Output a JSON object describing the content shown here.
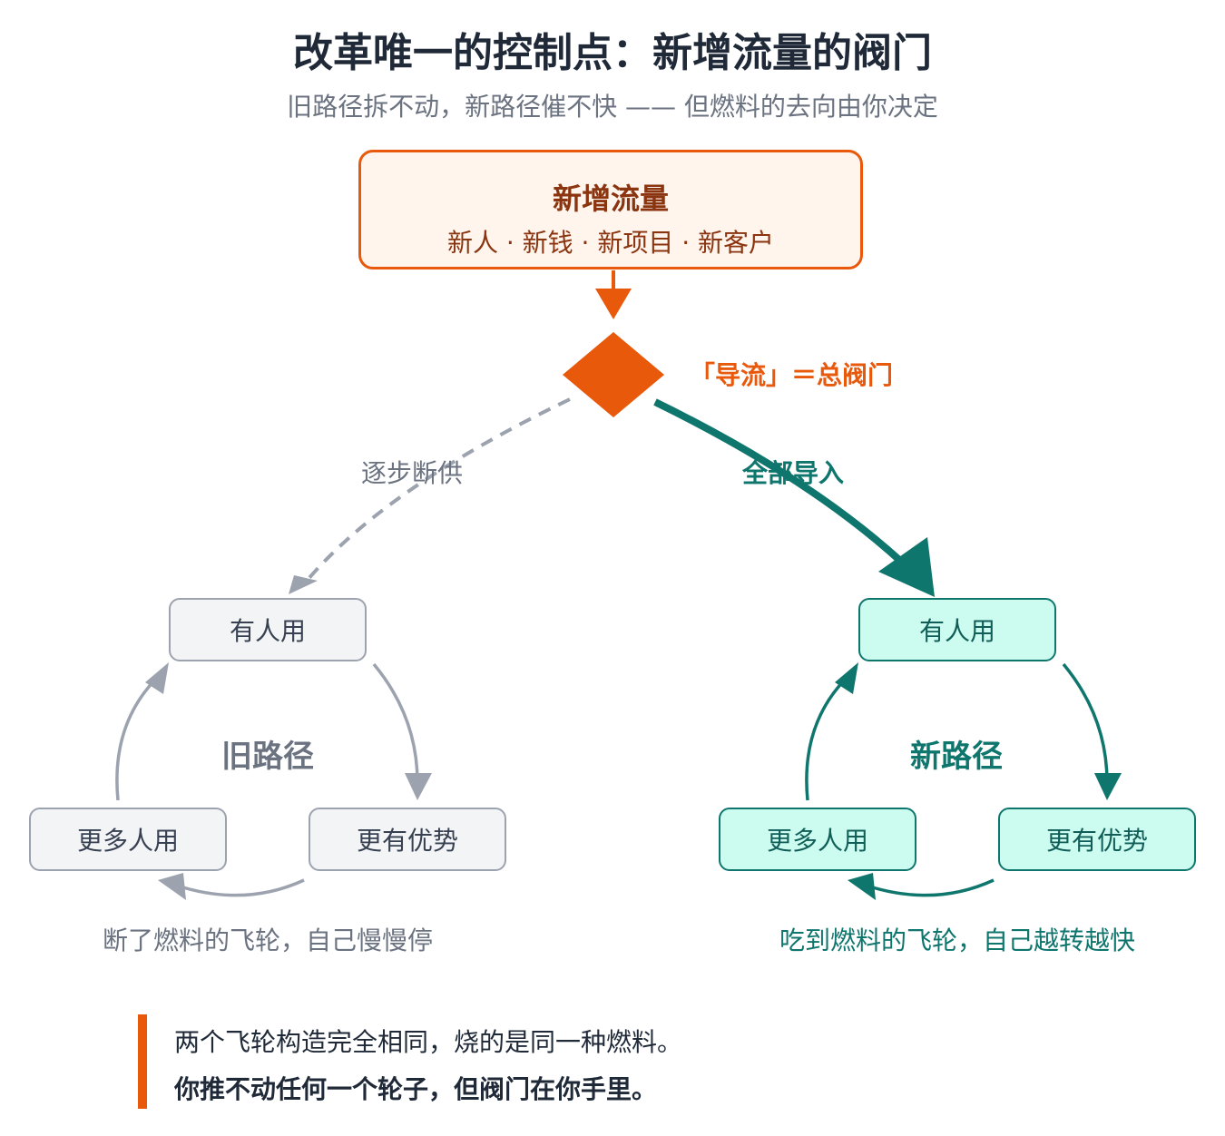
{
  "header": {
    "title": "改革唯一的控制点：新增流量的阀门",
    "subtitle": "旧路径拆不动，新路径催不快 —— 但燃料的去向由你决定"
  },
  "source": {
    "title": "新增流量",
    "items": "新人 · 新钱 · 新项目 · 新客户"
  },
  "valve": {
    "label": "「导流」＝总阀门"
  },
  "edges": {
    "old": "逐步断供",
    "new": "全部导入"
  },
  "old_path": {
    "label": "旧路径",
    "nodes": {
      "top": "有人用",
      "right": "更有优势",
      "left": "更多人用"
    },
    "caption": "断了燃料的飞轮，自己慢慢停"
  },
  "new_path": {
    "label": "新路径",
    "nodes": {
      "top": "有人用",
      "right": "更有优势",
      "left": "更多人用"
    },
    "caption": "吃到燃料的飞轮，自己越转越快"
  },
  "note": {
    "line1": "两个飞轮构造完全相同，烧的是同一种燃料。",
    "line2": "你推不动任何一个轮子，但阀门在你手里。"
  },
  "colors": {
    "accent": "#e8590c",
    "new": "#0f766e",
    "old": "#9ca3af"
  }
}
